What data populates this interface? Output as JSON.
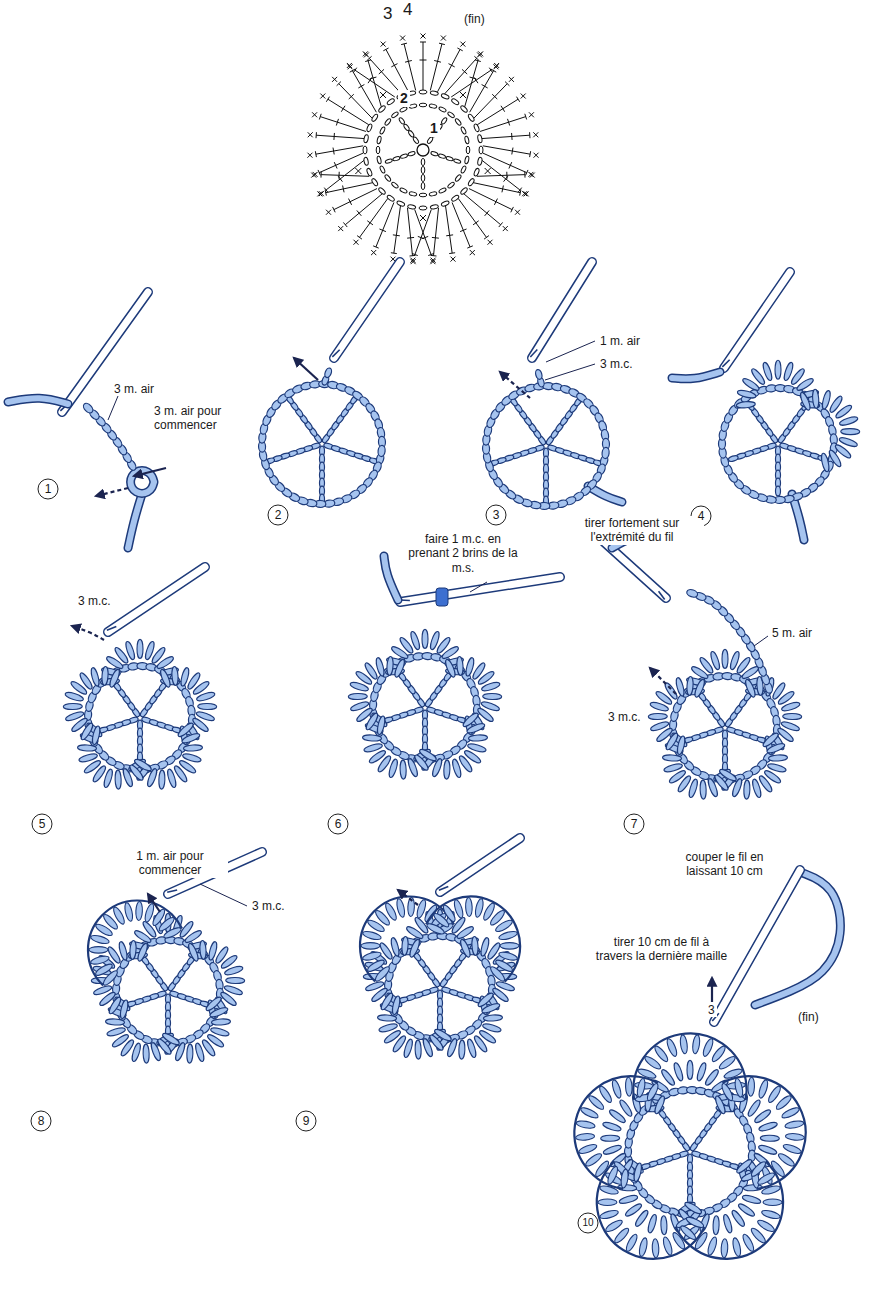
{
  "diagram": {
    "labels": [
      "3",
      "4",
      "(fin)",
      "2",
      "1",
      "3 m. air",
      "3 m. air pour commencer",
      "1",
      "2",
      "1 m. air",
      "3 m.c.",
      "tirer fortement sur l'extrémité du fil",
      "3",
      "4",
      "3 m.c.",
      "5",
      "faire 1 m.c. en prenant 2 brins de la m.s.",
      "6",
      "5 m. air",
      "3 m.c.",
      "7",
      "1 m. air pour commencer",
      "3 m.c.",
      "8",
      "9",
      "couper le fil en laissant 10 cm",
      "tirer 10 cm de fil à travers la dernière maille",
      "3",
      "(fin)",
      "10"
    ]
  }
}
